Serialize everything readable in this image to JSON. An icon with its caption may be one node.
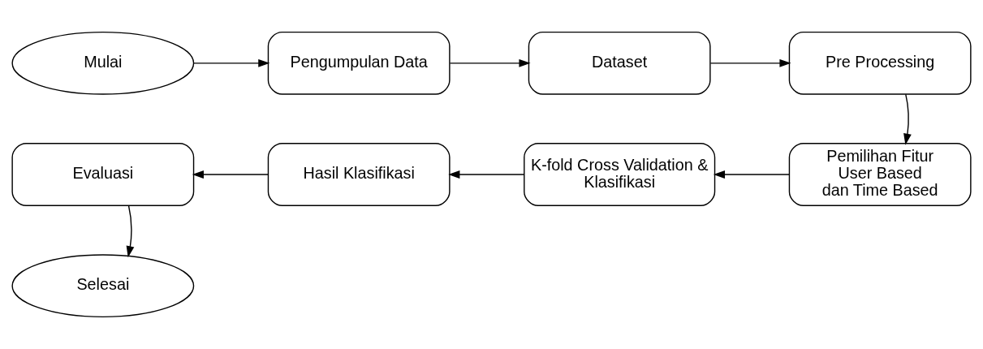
{
  "diagram": {
    "nodes": [
      {
        "text": [
          "Mulai"
        ]
      },
      {
        "text": [
          "Pengumpulan Data"
        ]
      },
      {
        "text": [
          "Dataset"
        ]
      },
      {
        "text": [
          "Pre Processing"
        ]
      },
      {
        "text": [
          "Pemilihan Fitur User Based dan Time Based"
        ]
      },
      {
        "text": [
          "K-fold Cross Validation & Klasifikasi"
        ]
      },
      {
        "text": [
          "Hasil Klasifikasi"
        ]
      },
      {
        "text": [
          "Evaluasi"
        ]
      },
      {
        "text": [
          "Selesai"
        ]
      }
    ],
    "edges": [
      {
        "from": 0,
        "to": 1,
        "arrow": "to"
      },
      {
        "from": 1,
        "to": 2,
        "arrow": "to"
      },
      {
        "from": 2,
        "to": 3,
        "arrow": "to"
      },
      {
        "from": 3,
        "to": 4,
        "arrow": "to"
      },
      {
        "from": 4,
        "to": 5,
        "arrow": "to"
      },
      {
        "from": 5,
        "to": 6,
        "arrow": "to"
      },
      {
        "from": 6,
        "to": 7,
        "arrow": "to"
      },
      {
        "from": 7,
        "to": 8,
        "arrow": "to"
      }
    ]
  }
}
